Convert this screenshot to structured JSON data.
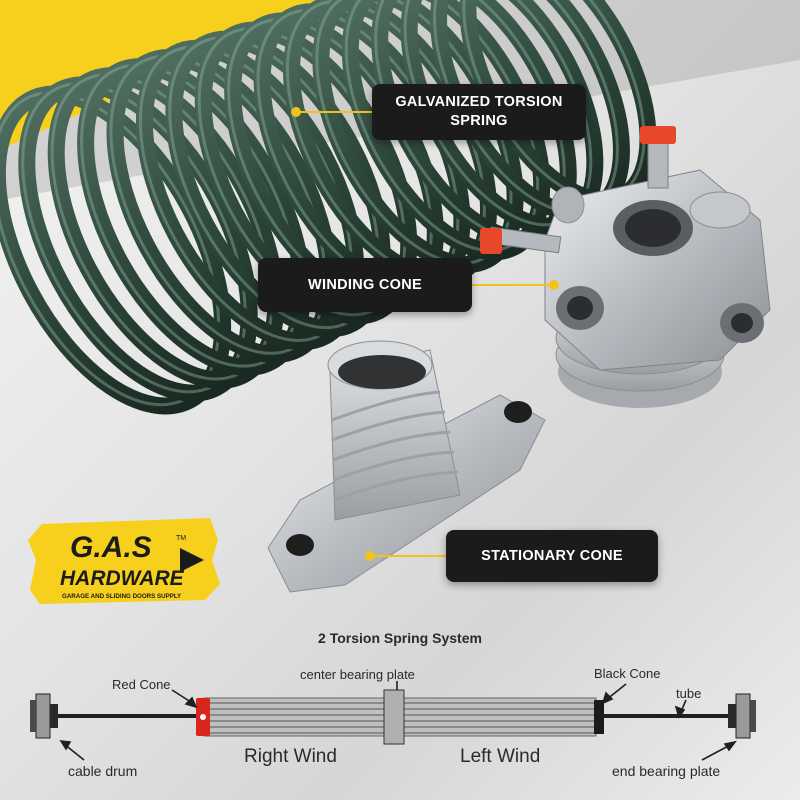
{
  "colors": {
    "accent_yellow": "#f7cf1d",
    "spring_green": "#2f4a3c",
    "tag_bg": "#1b1b1b",
    "leader_yellow": "#f2c21b",
    "aluminum": "#c9ccd0",
    "red_cone": "#d9261c"
  },
  "callouts": {
    "spring_line1": "GALVANIZED TORSION",
    "spring_line2": "SPRING",
    "winding": "WINDING CONE",
    "stationary": "STATIONARY CONE"
  },
  "logo": {
    "brand_line1": "G.A.S",
    "brand_line2": "HARDWARE",
    "trademark": "TM",
    "tagline": "GARAGE AND SLIDING DOORS SUPPLY"
  },
  "diagram": {
    "title": "2 Torsion Spring System",
    "labels": {
      "red_cone": "Red Cone",
      "center_bearing_plate": "center bearing plate",
      "black_cone": "Black Cone",
      "tube": "tube",
      "cable_drum": "cable drum",
      "right_wind": "Right Wind",
      "left_wind": "Left Wind",
      "end_bearing_plate": "end bearing plate"
    }
  }
}
